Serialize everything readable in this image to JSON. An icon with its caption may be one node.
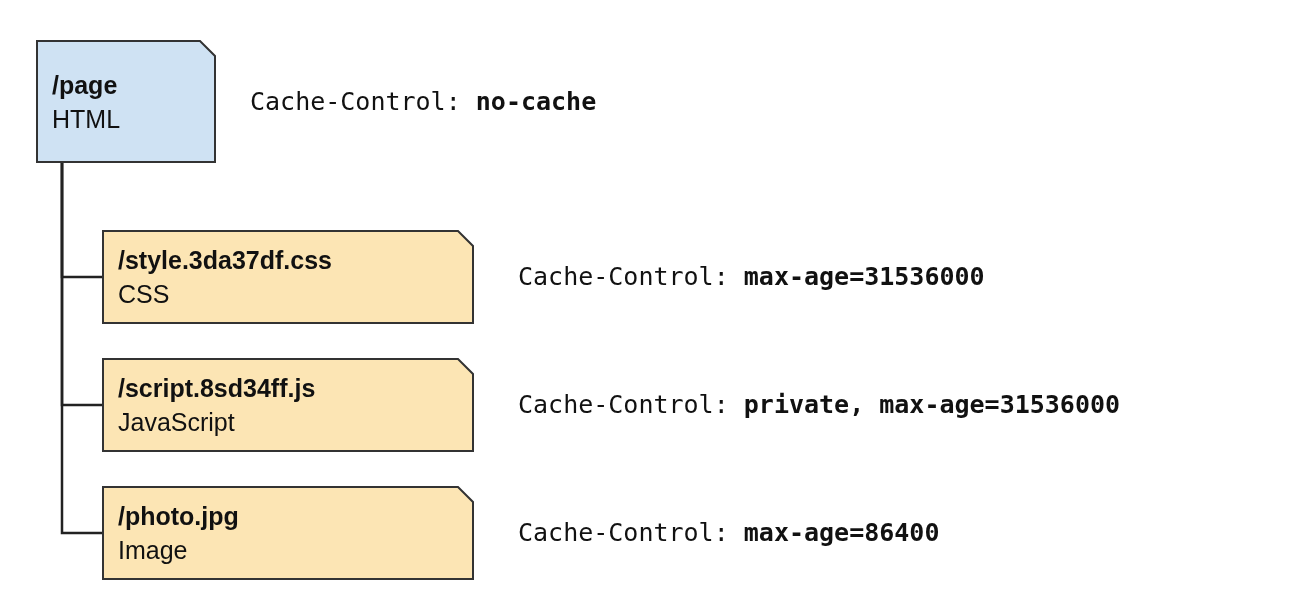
{
  "diagram": {
    "nodes": [
      {
        "text": [
          "/page",
          "HTML"
        ],
        "beside": [
          "Cache-Control: **no-cache**"
        ]
      },
      {
        "text": [
          "/style.3da37df.css",
          "CSS"
        ],
        "beside": [
          "Cache-Control: **max-age=31536000**"
        ]
      },
      {
        "text": [
          "/script.8sd34ff.js",
          "JavaScript"
        ],
        "beside": [
          "Cache-Control: **private, max-age=31536000**"
        ]
      },
      {
        "text": [
          "/photo.jpg",
          "Image"
        ],
        "beside": [
          "Cache-Control: **max-age=86400**"
        ]
      }
    ],
    "edges": [
      {
        "from": 0,
        "to": 1,
        "arrow": "none"
      },
      {
        "from": 0,
        "to": 2,
        "arrow": "none"
      },
      {
        "from": 0,
        "to": 3,
        "arrow": "none"
      }
    ]
  }
}
